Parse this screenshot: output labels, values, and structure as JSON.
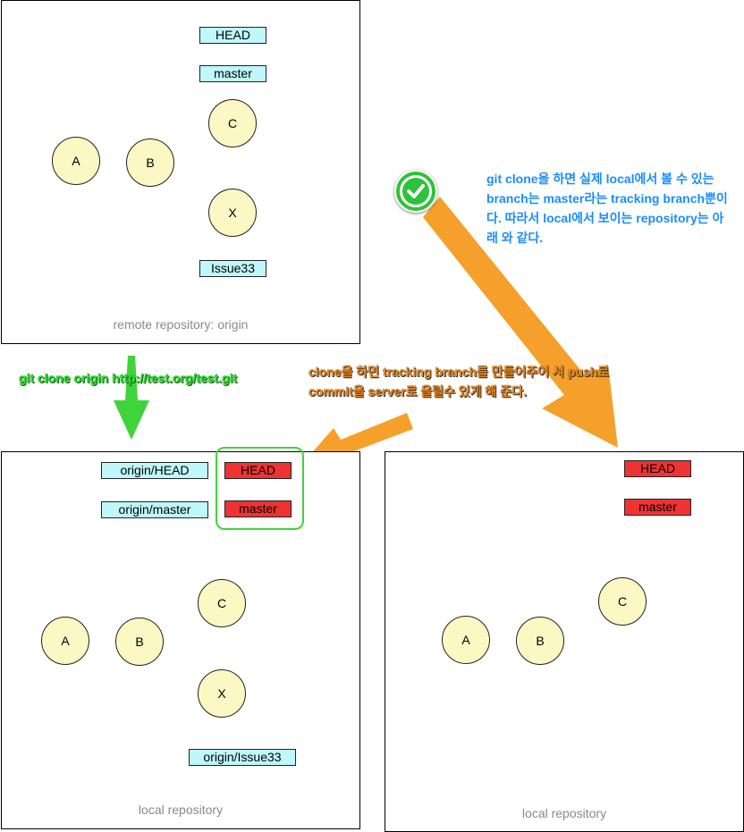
{
  "remote": {
    "caption": "remote repository: origin",
    "labels": {
      "head": "HEAD",
      "master": "master",
      "issue": "Issue33"
    },
    "nodes": {
      "a": "A",
      "b": "B",
      "c": "C",
      "x": "X"
    }
  },
  "local_clone": {
    "caption": "local repository",
    "labels": {
      "origin_head": "origin/HEAD",
      "origin_master": "origin/master",
      "head": "HEAD",
      "master": "master",
      "origin_issue": "origin/Issue33"
    },
    "nodes": {
      "a": "A",
      "b": "B",
      "c": "C",
      "x": "X"
    }
  },
  "local_view": {
    "caption": "local repository",
    "labels": {
      "head": "HEAD",
      "master": "master"
    },
    "nodes": {
      "a": "A",
      "b": "B",
      "c": "C"
    }
  },
  "annotations": {
    "green_command": "git clone origin http://test.org/test.git",
    "orange_note": "clone을 하면 tracking branch를 만들어주어 서 push로 commit을 server로 올릴수 있게 해 준다.",
    "blue_note": "git clone을 하면 실제 local에서 볼 수 있는 branch는 master라는 tracking branch뿐이다. 따라서 local에서 보이는 repository는 아래 와 같다."
  },
  "icons": {
    "badge": "check-circle-icon"
  },
  "colors": {
    "ref_arrow": "#f0301a",
    "commit_arrow": "#2f5e10",
    "callout": "#f5a02a",
    "green": "#3ed43a",
    "blue_text": "#1a8cff",
    "cyan_label": "#bff7fa",
    "red_label": "#ee3333",
    "node_fill": "#fbf8c4"
  }
}
